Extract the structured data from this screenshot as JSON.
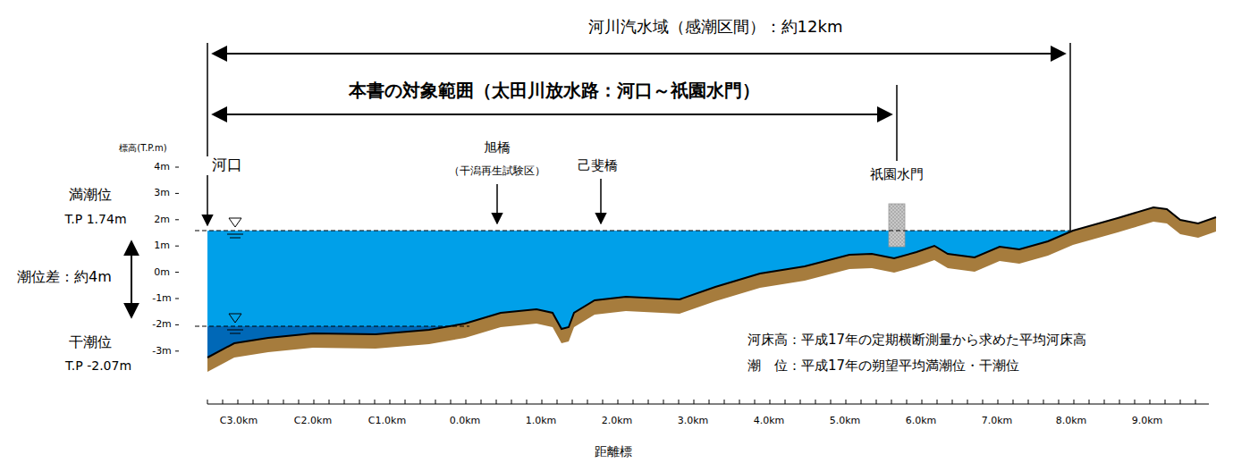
{
  "diagram": {
    "labels": [
      "河川汽水域（感潮区間）：約12km",
      "本書の対象範囲（太田川放水路：河口～祇園水門）",
      "標高(T.P.m)",
      "4m",
      "3m",
      "2m",
      "1m",
      "0m",
      "-1m",
      "-2m",
      "-3m",
      "河口",
      "旭橋",
      "（干潟再生試験区）",
      "己斐橋",
      "祇園水門",
      "満潮位",
      "T.P 1.74m",
      "潮位差：約4m",
      "干潮位",
      "T.P -2.07m",
      "河床高：平成17年の定期横断測量から求めた平均河床高",
      "潮　位：平成17年の朔望平均満潮位・干潮位",
      "C3.0km",
      "C2.0km",
      "C1.0km",
      "0.0km",
      "1.0km",
      "2.0km",
      "3.0km",
      "4.0km",
      "5.0km",
      "6.0km",
      "7.0km",
      "8.0km",
      "9.0km",
      "距離標"
    ]
  }
}
